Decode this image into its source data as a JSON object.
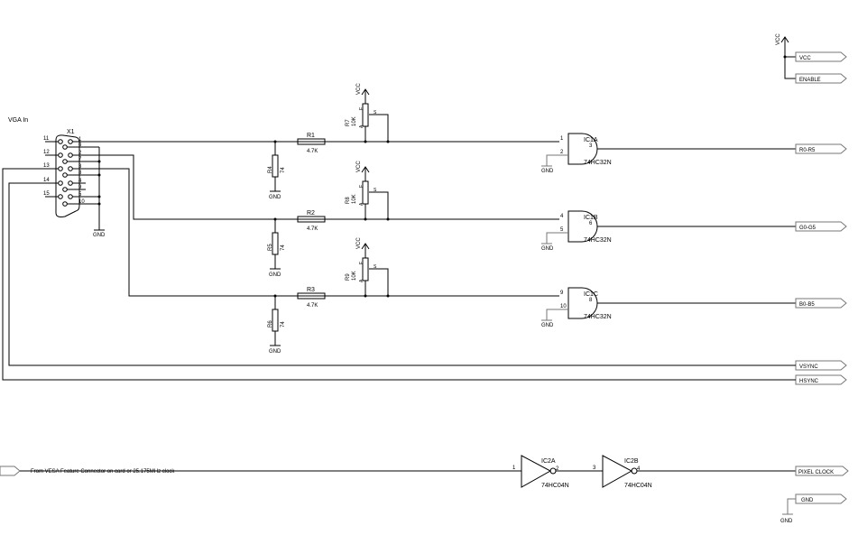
{
  "title": "VGA In",
  "connector": {
    "ref": "X1",
    "left_pins": [
      "11",
      "12",
      "13",
      "14",
      "15"
    ],
    "right_pins": [
      "1",
      "6",
      "2",
      "7",
      "3",
      "8",
      "4",
      "9",
      "5",
      "10"
    ],
    "gnd": "GND"
  },
  "channels": [
    {
      "series_res": "R1",
      "series_val": "4.7K",
      "shunt_res": "R4",
      "shunt_val": "74",
      "pot": "R7",
      "pot_val": "10K",
      "gate": "IC1A",
      "gate_part": "74HC32N",
      "pin_a": "1",
      "pin_b": "2",
      "pin_out": "3",
      "net": "R0-R5",
      "vcc": "VCC",
      "gnd": "GND"
    },
    {
      "series_res": "R2",
      "series_val": "4.7K",
      "shunt_res": "R5",
      "shunt_val": "74",
      "pot": "R8",
      "pot_val": "10K",
      "gate": "IC1B",
      "gate_part": "74HC32N",
      "pin_a": "4",
      "pin_b": "5",
      "pin_out": "6",
      "net": "G0-G5",
      "vcc": "VCC",
      "gnd": "GND"
    },
    {
      "series_res": "R3",
      "series_val": "4.7K",
      "shunt_res": "R6",
      "shunt_val": "74",
      "pot": "R9",
      "pot_val": "10K",
      "gate": "IC1C",
      "gate_part": "74HC32N",
      "pin_a": "9",
      "pin_b": "10",
      "pin_out": "8",
      "net": "B0-B5",
      "vcc": "VCC",
      "gnd": "GND"
    }
  ],
  "pot_pins": {
    "a": "A",
    "e": "E",
    "s": "S"
  },
  "power": {
    "vcc_symbol": "VCC",
    "vcc_net": "VCC",
    "enable_net": "ENABLE"
  },
  "sync": {
    "vsync": "VSYNC",
    "hsync": "HSYNC"
  },
  "clock": {
    "note": "From VESA Feature Connector on card or 25.175MHz clock",
    "inv1": {
      "ref": "IC2A",
      "part": "74HC04N",
      "pin_in": "1",
      "pin_out": "2"
    },
    "inv2": {
      "ref": "IC2B",
      "part": "74HC04N",
      "pin_in": "3",
      "pin_out": "4"
    },
    "net": "PIXEL CLOCK",
    "gnd_net": "GND",
    "gnd_symbol": "GND"
  }
}
